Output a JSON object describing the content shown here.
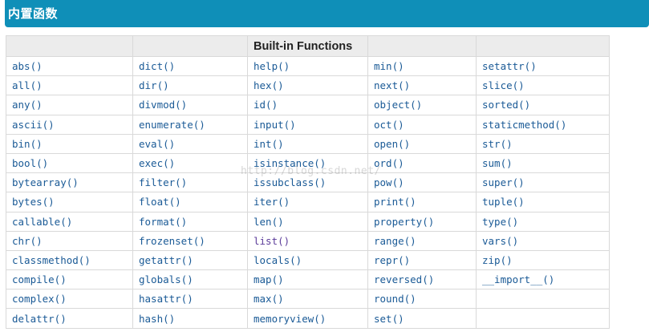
{
  "banner": {
    "title": "内置函数",
    "color": "#0f8fb8"
  },
  "table": {
    "header": [
      "",
      "",
      "Built-in Functions",
      "",
      ""
    ],
    "rows": [
      [
        "abs()",
        "dict()",
        "help()",
        "min()",
        "setattr()"
      ],
      [
        "all()",
        "dir()",
        "hex()",
        "next()",
        "slice()"
      ],
      [
        "any()",
        "divmod()",
        "id()",
        "object()",
        "sorted()"
      ],
      [
        "ascii()",
        "enumerate()",
        "input()",
        "oct()",
        "staticmethod()"
      ],
      [
        "bin()",
        "eval()",
        "int()",
        "open()",
        "str()"
      ],
      [
        "bool()",
        "exec()",
        "isinstance()",
        "ord()",
        "sum()"
      ],
      [
        "bytearray()",
        "filter()",
        "issubclass()",
        "pow()",
        "super()"
      ],
      [
        "bytes()",
        "float()",
        "iter()",
        "print()",
        "tuple()"
      ],
      [
        "callable()",
        "format()",
        "len()",
        "property()",
        "type()"
      ],
      [
        "chr()",
        "frozenset()",
        "list()",
        "range()",
        "vars()"
      ],
      [
        "classmethod()",
        "getattr()",
        "locals()",
        "repr()",
        "zip()"
      ],
      [
        "compile()",
        "globals()",
        "map()",
        "reversed()",
        "__import__()"
      ],
      [
        "complex()",
        "hasattr()",
        "max()",
        "round()",
        ""
      ],
      [
        "delattr()",
        "hash()",
        "memoryview()",
        "set()",
        ""
      ]
    ],
    "visited_link": "list()",
    "link_color": "#1a5a96",
    "visited_color": "#5c3d9a"
  },
  "watermark": {
    "text": "http://blog.csdn.net/"
  }
}
